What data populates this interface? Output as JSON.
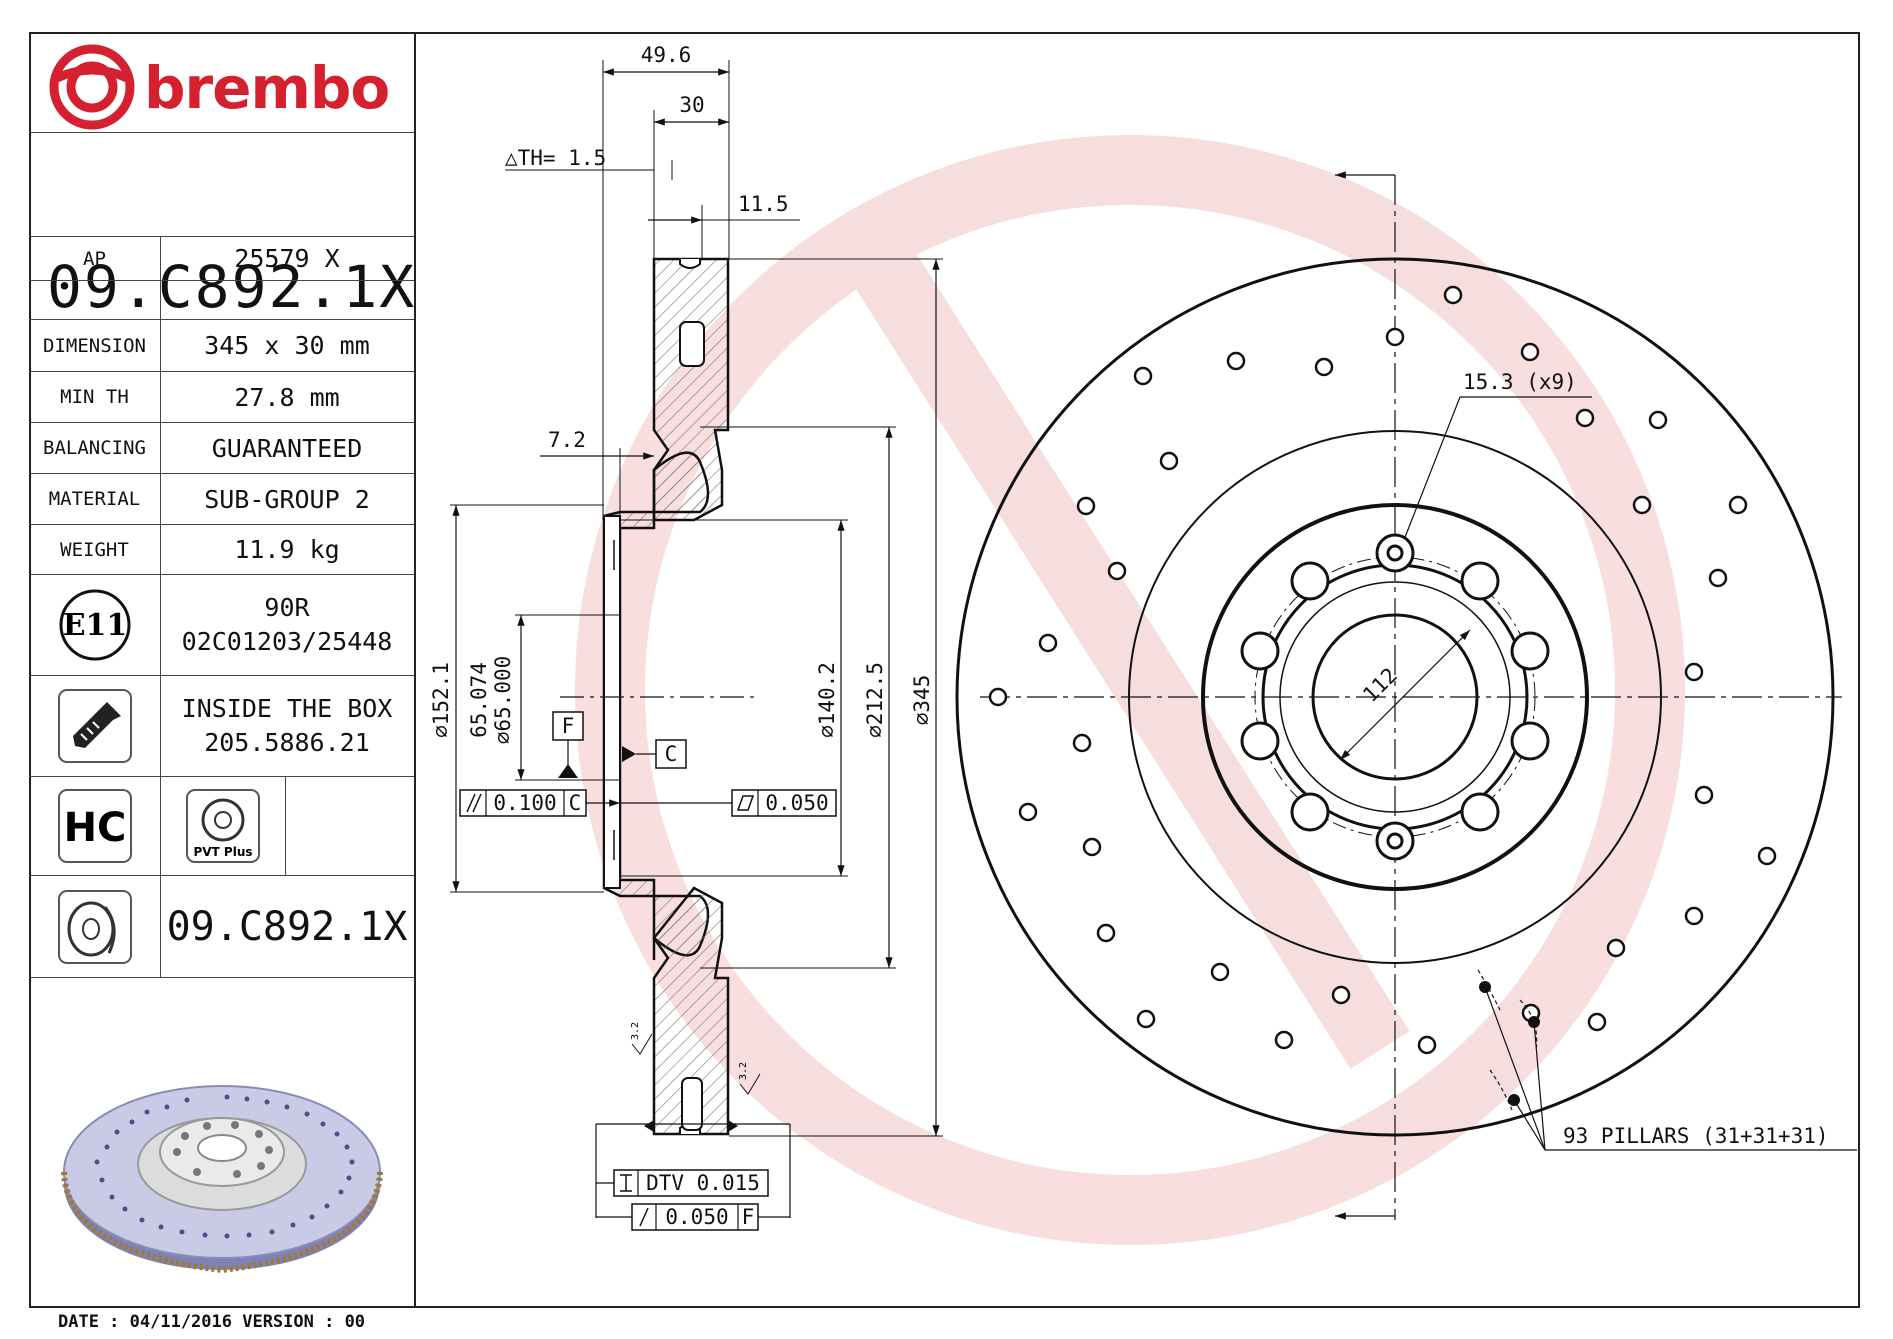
{
  "brand": {
    "name": "brembo",
    "color": "#d5202f"
  },
  "part_number": "09.C892.1X",
  "specs": [
    {
      "label": "AP",
      "value": "25579 X"
    },
    {
      "label": "",
      "value": ""
    },
    {
      "label": "DIMENSION",
      "value": "345 x 30 mm"
    },
    {
      "label": "MIN TH",
      "value": "27.8 mm"
    },
    {
      "label": "BALANCING",
      "value": "GUARANTEED"
    },
    {
      "label": "MATERIAL",
      "value": "SUB-GROUP 2"
    },
    {
      "label": "WEIGHT",
      "value": "11.9 kg"
    }
  ],
  "e11": {
    "badge": "E11",
    "line1": "90R",
    "line2": "02C01203/25448"
  },
  "inside_box": {
    "icon": "screw-icon",
    "line1": "INSIDE THE BOX",
    "line2": "205.5886.21"
  },
  "hc": {
    "badge": "HC",
    "pvt_label": "PVT Plus"
  },
  "bottom_part_number": "09.C892.1X",
  "footer": "DATE : 04/11/2016 VERSION : 00",
  "dimensions": {
    "d49_6": "49.6",
    "d30": "30",
    "th": "△TH= 1.5",
    "d11_5": "11.5",
    "d7_2": "7.2",
    "dia152": "⌀152.1",
    "dia65_074": "65.074",
    "dia65_000": "⌀65.000",
    "dia140": "⌀140.2",
    "dia212": "⌀212.5",
    "dia345": "⌀345",
    "datum_f": "F",
    "datum_c": "C",
    "tol_parallel": "0.100",
    "tol_parallel_ref": "C",
    "tol_flat": "0.050",
    "dtv": "DTV 0.015",
    "tol_runout": "0.050",
    "tol_runout_ref": "F",
    "rough1": "3.2",
    "rough2": "3.2",
    "hole_callout": "15.3 (x9)",
    "pcd": "112",
    "pillars": "93 PILLARS (31+31+31)"
  }
}
